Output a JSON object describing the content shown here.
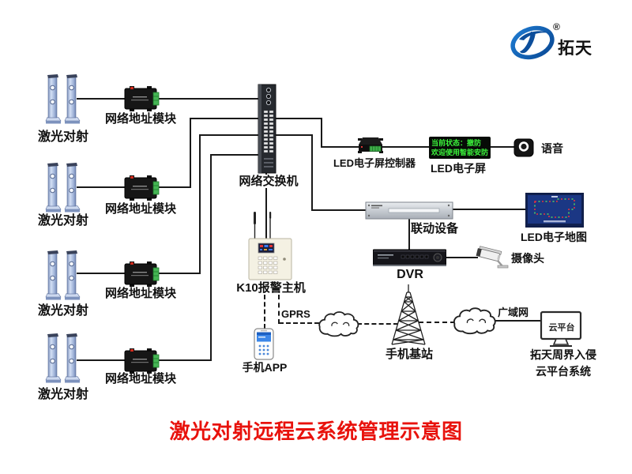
{
  "logo": {
    "brand": "拓天",
    "registered": "®"
  },
  "title": "激光对射远程云系统管理示意图",
  "labels": {
    "laser": "激光对射",
    "module": "网络地址模块",
    "switch": "网络交换机",
    "led_controller": "LED电子屏控制器",
    "led_screen": "LED电子屏",
    "voice": "语音",
    "linkage": "联动设备",
    "led_map": "LED电子地图",
    "dvr": "DVR",
    "camera": "摄像头",
    "k10": "K10报警主机",
    "gprs": "GPRS",
    "phone_app": "手机APP",
    "base_station": "手机基站",
    "wan": "广域网",
    "monitor_screen": "云平台",
    "cloud_line1": "拓天周界入侵",
    "cloud_line2": "云平台系统"
  },
  "led_screen": {
    "line1": "当前状态：撤防",
    "line2": "欢迎使用智能安防"
  },
  "colors": {
    "line": "#191919",
    "title_red": "#e8120c",
    "led_green": "#3cf63c",
    "logo_blue": "#0e57a7",
    "tower_blue": "#b7c7e6",
    "map_blue": "#16307a"
  }
}
